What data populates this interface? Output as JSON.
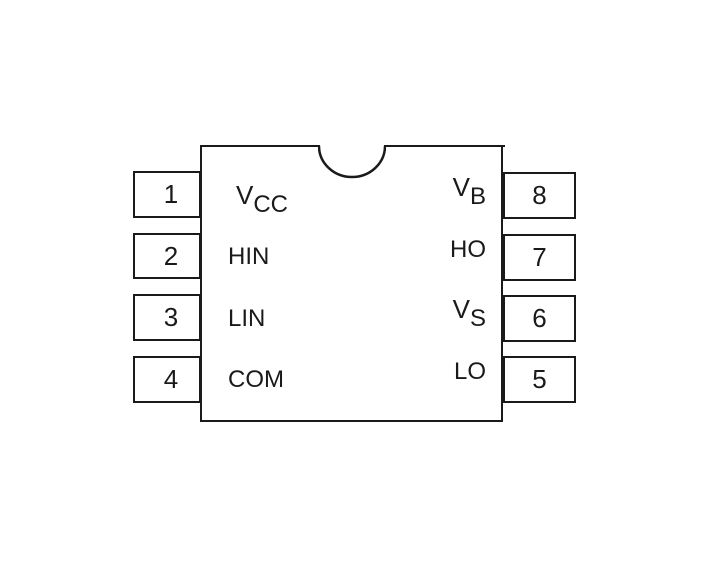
{
  "diagram": {
    "type": "ic-pinout",
    "package": "8-pin DIP",
    "orientation_marker": "semicircular notch at top",
    "left_pins": [
      {
        "number": "1",
        "name_main": "V",
        "name_sub": "CC"
      },
      {
        "number": "2",
        "name_main": "HIN",
        "name_sub": ""
      },
      {
        "number": "3",
        "name_main": "LIN",
        "name_sub": ""
      },
      {
        "number": "4",
        "name_main": "COM",
        "name_sub": ""
      }
    ],
    "right_pins": [
      {
        "number": "8",
        "name_main": "V",
        "name_sub": "B"
      },
      {
        "number": "7",
        "name_main": "HO",
        "name_sub": ""
      },
      {
        "number": "6",
        "name_main": "V",
        "name_sub": "S"
      },
      {
        "number": "5",
        "name_main": "LO",
        "name_sub": ""
      }
    ],
    "colors": {
      "line": "#1a1a1a",
      "background": "#ffffff"
    }
  }
}
